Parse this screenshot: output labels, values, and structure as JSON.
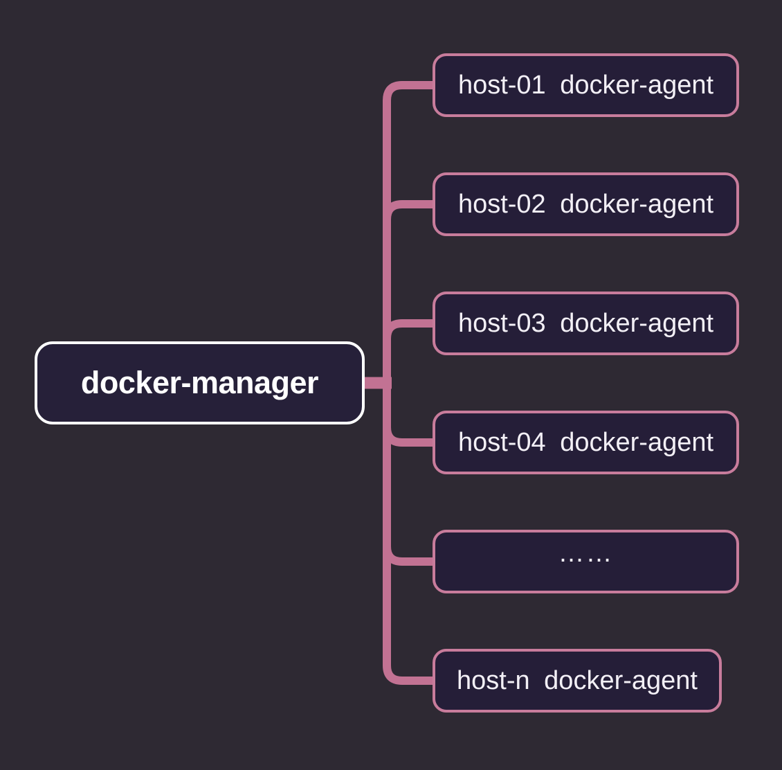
{
  "diagram": {
    "root": {
      "label": "docker-manager"
    },
    "children": [
      {
        "label": "host-01 docker-agent"
      },
      {
        "label": "host-02 docker-agent"
      },
      {
        "label": "host-03 docker-agent"
      },
      {
        "label": "host-04 docker-agent"
      },
      {
        "label": "……"
      },
      {
        "label": "host-n docker-agent"
      }
    ],
    "colors": {
      "background": "#2e2933",
      "node_fill": "#251e38",
      "root_fill": "#262039",
      "root_border": "#ffffff",
      "child_border": "#c87c9c",
      "connector": "#c27293",
      "root_text": "#ffffff",
      "child_text": "#f3f0f6"
    }
  }
}
